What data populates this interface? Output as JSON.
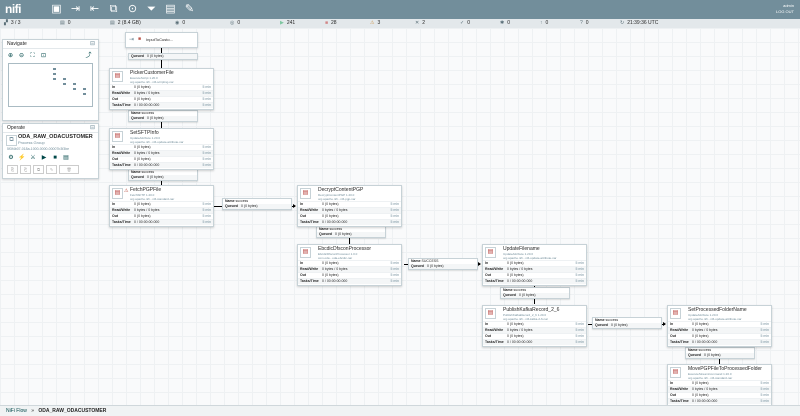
{
  "header": {
    "logo": "nifi",
    "tools": [
      {
        "name": "processor-tool",
        "glyph": "▣"
      },
      {
        "name": "input-port-tool",
        "glyph": "⇥"
      },
      {
        "name": "output-port-tool",
        "glyph": "⇤"
      },
      {
        "name": "process-group-tool",
        "glyph": "⧉"
      },
      {
        "name": "remote-process-group-tool",
        "glyph": "⊙"
      },
      {
        "name": "funnel-tool",
        "glyph": "⏷"
      },
      {
        "name": "template-tool",
        "glyph": "▤"
      },
      {
        "name": "label-tool",
        "glyph": "✎"
      }
    ],
    "user": "admin",
    "logout": "LOG OUT"
  },
  "status": [
    {
      "name": "cluster",
      "glyph": "▞",
      "text": "3 / 3"
    },
    {
      "name": "threads",
      "glyph": "▤",
      "text": "0"
    },
    {
      "name": "queued",
      "glyph": "▤",
      "text": "2 (8.4 GB)"
    },
    {
      "name": "transmitting",
      "glyph": "◉",
      "text": "0"
    },
    {
      "name": "not-transmitting",
      "glyph": "◎",
      "text": "0"
    },
    {
      "name": "running",
      "glyph": "▶",
      "text": "241"
    },
    {
      "name": "stopped",
      "glyph": "■",
      "text": "28"
    },
    {
      "name": "invalid",
      "glyph": "⚠",
      "text": "3"
    },
    {
      "name": "disabled",
      "glyph": "✕",
      "text": "2"
    },
    {
      "name": "up-to-date",
      "glyph": "✓",
      "text": "0"
    },
    {
      "name": "locally-modified",
      "glyph": "✱",
      "text": "0"
    },
    {
      "name": "stale",
      "glyph": "↑",
      "text": "0"
    },
    {
      "name": "sync-failure",
      "glyph": "?",
      "text": "0"
    },
    {
      "name": "refresh",
      "glyph": "↻",
      "text": "21:39:36 UTC"
    }
  ],
  "navigate": {
    "title": "Navigate",
    "collapse": "⊟"
  },
  "operate": {
    "title": "Operate",
    "collapse": "⊟",
    "group_name": "ODA_RAW_ODACUSTOMER",
    "group_type": "Process Group",
    "group_id": "5f3f4b07-018a-1000-0000-00007b3f3be"
  },
  "processors": [
    {
      "name": "PickerCustomerFile",
      "type": "ExecuteScript 1.20.0",
      "bundle": "org.apache.nifi - nifi-scripting-nar",
      "in": "0 (0 bytes)",
      "rw": "0 bytes / 0 bytes",
      "out": "0 (0 bytes)",
      "tasks": "0 / 00:00:00.000"
    },
    {
      "name": "SetSFTPInfo",
      "type": "UpdateAttribute 1.20.0",
      "bundle": "org.apache.nifi - nifi-update-attribute-nar",
      "in": "0 (0 bytes)",
      "rw": "0 bytes / 0 bytes",
      "out": "0 (0 bytes)",
      "tasks": "0 / 00:00:00.000"
    },
    {
      "name": "FetchPGPFile",
      "type": "FetchSFTP 1.20.0",
      "bundle": "org.apache.nifi - nifi-standard-nar",
      "in": "0 (0 bytes)",
      "rw": "0 bytes / 0 bytes",
      "out": "0 (0 bytes)",
      "tasks": "0 / 00:00:00.000"
    },
    {
      "name": "DecryptContentPGP",
      "type": "DecryptContentPGP 1.20.0",
      "bundle": "org.apache.nifi - nifi-pgp-nar",
      "in": "0 (0 bytes)",
      "rw": "0 bytes / 0 bytes",
      "out": "0 (0 bytes)",
      "tasks": "0 / 00:00:00.000"
    },
    {
      "name": "EbcdicDfsconProcessor",
      "type": "EbcdicDfsconProcessor 1.0.0",
      "bundle": "com.oda - oda-ebcdic-nar",
      "in": "0 (0 bytes)",
      "rw": "0 bytes / 0 bytes",
      "out": "0 (0 bytes)",
      "tasks": "0 / 00:00:00.000"
    },
    {
      "name": "UpdateFilename",
      "type": "UpdateAttribute 1.20.0",
      "bundle": "org.apache.nifi - nifi-update-attribute-nar",
      "in": "0 (0 bytes)",
      "rw": "0 bytes / 0 bytes",
      "out": "0 (0 bytes)",
      "tasks": "0 / 00:00:00.000"
    },
    {
      "name": "PublishKafkaRecord_2_6",
      "type": "PublishKafkaRecord_2_6 1.20.0",
      "bundle": "org.apache.nifi - nifi-kafka-2-6-nar",
      "in": "0 (0 bytes)",
      "rw": "0 bytes / 0 bytes",
      "out": "0 (0 bytes)",
      "tasks": "0 / 00:00:00.000"
    },
    {
      "name": "SetProcessedFolderName",
      "type": "UpdateAttribute 1.20.0",
      "bundle": "org.apache.nifi - nifi-update-attribute-nar",
      "in": "0 (0 bytes)",
      "rw": "0 bytes / 0 bytes",
      "out": "0 (0 bytes)",
      "tasks": "0 / 00:00:00.000"
    },
    {
      "name": "MovePGPFileToProcessedFolder",
      "type": "ExecuteStreamCommand 1.20.0",
      "bundle": "org.apache.nifi - nifi-standard-nar",
      "in": "0 (0 bytes)",
      "rw": "0 bytes / 0 bytes",
      "out": "0 (0 bytes)",
      "tasks": "0 / 00:00:00.000"
    }
  ],
  "rowlabels": {
    "in": "In",
    "rw": "Read/Write",
    "out": "Out",
    "tasks": "Tasks/Time",
    "time": "5 min"
  },
  "input_port": {
    "name": "InputToCusto..."
  },
  "connections": [
    {
      "rel": "",
      "queued": "0 (0 bytes)"
    },
    {
      "rel": "success",
      "queued": "0 (0 bytes)"
    },
    {
      "rel": "success",
      "queued": "0 (0 bytes)"
    },
    {
      "rel": "success",
      "queued": "0 (0 bytes)"
    },
    {
      "rel": "success",
      "queued": "0 (0 bytes)"
    },
    {
      "rel": "SUCCESS",
      "queued": "0 (0 bytes)"
    },
    {
      "rel": "success",
      "queued": "0 (0 bytes)"
    },
    {
      "rel": "success",
      "queued": "0 (0 bytes)"
    },
    {
      "rel": "success",
      "queued": "0 (0 bytes)"
    }
  ],
  "conn_labels": {
    "name": "Name",
    "queued": "Queued"
  },
  "breadcrumb": {
    "root": "NiFi Flow",
    "sep": "»",
    "current": "ODA_RAW_ODACUSTOMER"
  }
}
